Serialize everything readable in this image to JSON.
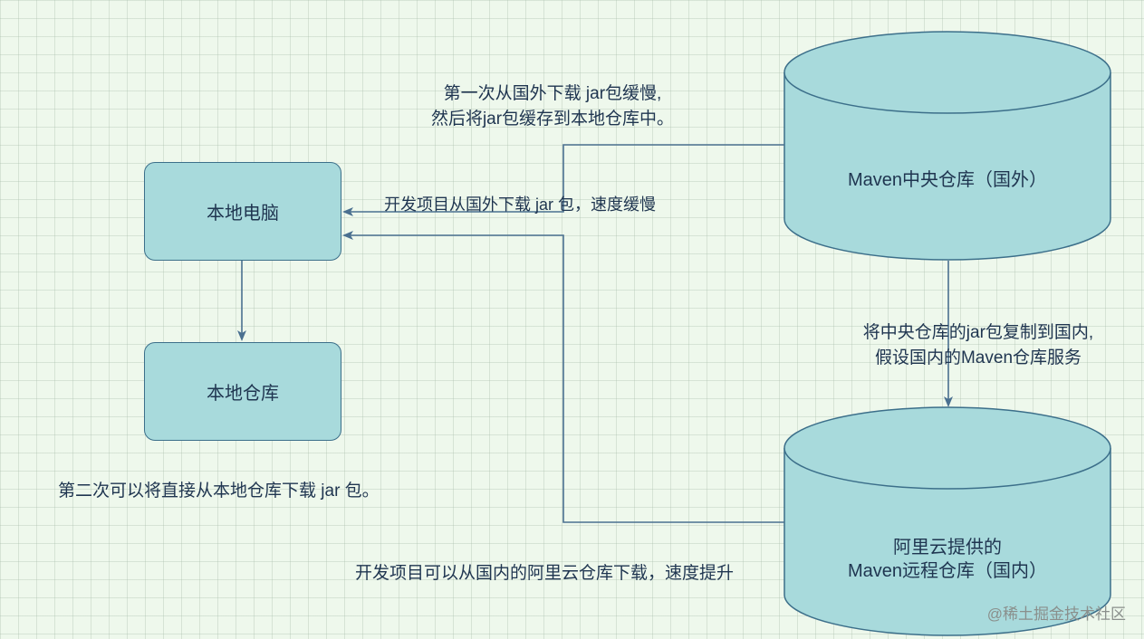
{
  "nodes": {
    "local_pc": "本地电脑",
    "local_repo": "本地仓库",
    "maven_central": "Maven中央仓库（国外）",
    "aliyun_line1": "阿里云提供的",
    "aliyun_line2": "Maven远程仓库（国内）"
  },
  "labels": {
    "first_download_line1": "第一次从国外下载 jar包缓慢,",
    "first_download_line2": "然后将jar包缓存到本地仓库中。",
    "slow_download": "开发项目从国外下载 jar 包，速度缓慢",
    "mirror_line1": "将中央仓库的jar包复制到国内,",
    "mirror_line2": "假设国内的Maven仓库服务",
    "second_download": "第二次可以将直接从本地仓库下载 jar 包。",
    "aliyun_download": "开发项目可以从国内的阿里云仓库下载，速度提升"
  },
  "watermark": "@稀土掘金技术社区",
  "colors": {
    "node_fill": "#a8dadc",
    "node_stroke": "#3c6f8a",
    "edge": "#4a7090",
    "background": "#eef8ec"
  }
}
